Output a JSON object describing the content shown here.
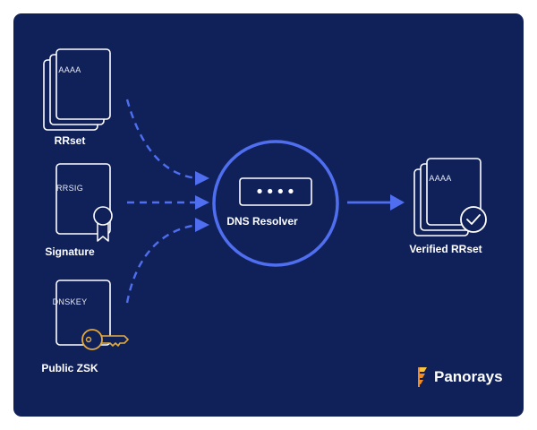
{
  "nodes": {
    "rrset": {
      "doc_text": "AAAA",
      "label": "RRset"
    },
    "signature": {
      "doc_text": "RRSIG",
      "label": "Signature"
    },
    "public_zsk": {
      "doc_text": "DNSKEY",
      "label": "Public ZSK"
    },
    "resolver": {
      "label": "DNS Resolver",
      "input_text": "••••"
    },
    "verified": {
      "doc_text": "AAAA",
      "label": "Verified RRset"
    }
  },
  "brand": {
    "name": "Panorays"
  },
  "colors": {
    "background": "#10215a",
    "accent": "#4f6ff0",
    "line": "#ffffff",
    "key": "#e4aa3a",
    "logo_orange": "#f28b20",
    "logo_yellow": "#f6c344"
  },
  "icons": [
    "document-stack-icon",
    "certificate-seal-icon",
    "key-icon",
    "check-circle-icon",
    "arrow-right-icon",
    "panorays-logo-icon"
  ]
}
